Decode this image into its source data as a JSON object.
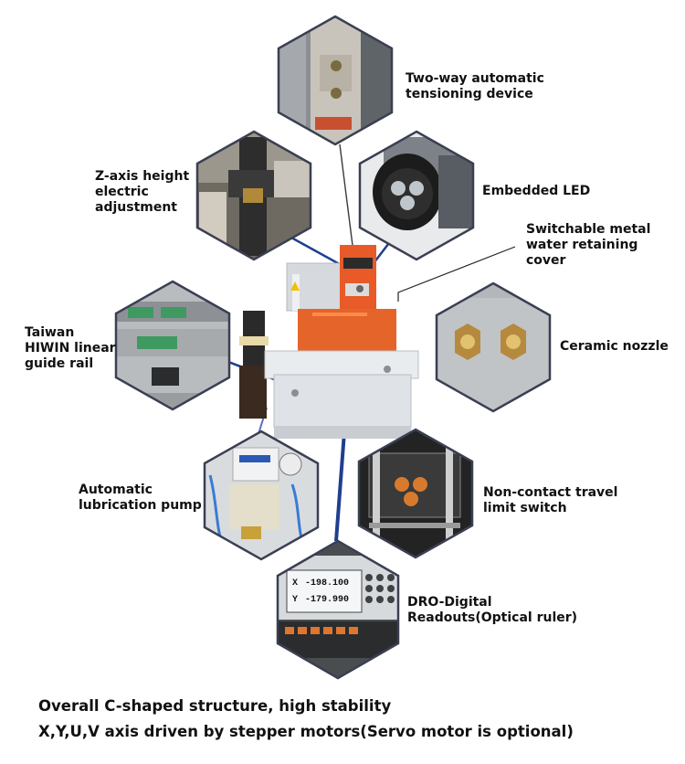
{
  "features": [
    {
      "id": "tensioning",
      "label": "Two-way automatic tensioning device",
      "lines": [
        "Two-way automatic",
        "tensioning device"
      ],
      "icon": "tension-device-photo"
    },
    {
      "id": "z-axis",
      "label": "Z-axis height electric adjustment",
      "lines": [
        "Z-axis height",
        "electric",
        "adjustment"
      ],
      "icon": "z-axis-photo"
    },
    {
      "id": "led",
      "label": "Embedded LED",
      "lines": [
        "Embedded LED"
      ],
      "icon": "led-lamp-photo"
    },
    {
      "id": "cover",
      "label": "Switchable metal water retaining cover",
      "lines": [
        "Switchable metal",
        "water retaining",
        "cover"
      ],
      "icon": ""
    },
    {
      "id": "guide-rail",
      "label": "Taiwan HIWIN linear guide rail",
      "lines": [
        "Taiwan",
        "HIWIN linear",
        "guide rail"
      ],
      "icon": "guide-rail-photo"
    },
    {
      "id": "nozzle",
      "label": "Ceramic nozzle",
      "lines": [
        "Ceramic nozzle"
      ],
      "icon": "ceramic-nozzle-photo"
    },
    {
      "id": "lube",
      "label": "Automatic lubrication pump",
      "lines": [
        "Automatic",
        "lubrication pump"
      ],
      "icon": "lubrication-pump-photo"
    },
    {
      "id": "limit",
      "label": "Non-contact travel limit switch",
      "lines": [
        "Non-contact travel",
        "limit switch"
      ],
      "icon": "limit-switch-photo"
    },
    {
      "id": "dro",
      "label": "DRO-Digital Readouts(Optical ruler)",
      "lines": [
        "DRO-Digital",
        "Readouts(Optical ruler)"
      ],
      "icon": "dro-panel-photo"
    }
  ],
  "dro_display": {
    "x_label": "X",
    "x_value": "-198.100",
    "y_label": "Y",
    "y_value": "-179.990"
  },
  "captions": {
    "line1": "Overall C-shaped structure, high stability",
    "line2": "X,Y,U,V axis driven by stepper motors(Servo motor is optional)"
  },
  "colors": {
    "frame": "#3a3f52",
    "accent_line": "#1f3f8f",
    "machine_orange": "#e5642a",
    "machine_body": "#dfe2e6"
  }
}
